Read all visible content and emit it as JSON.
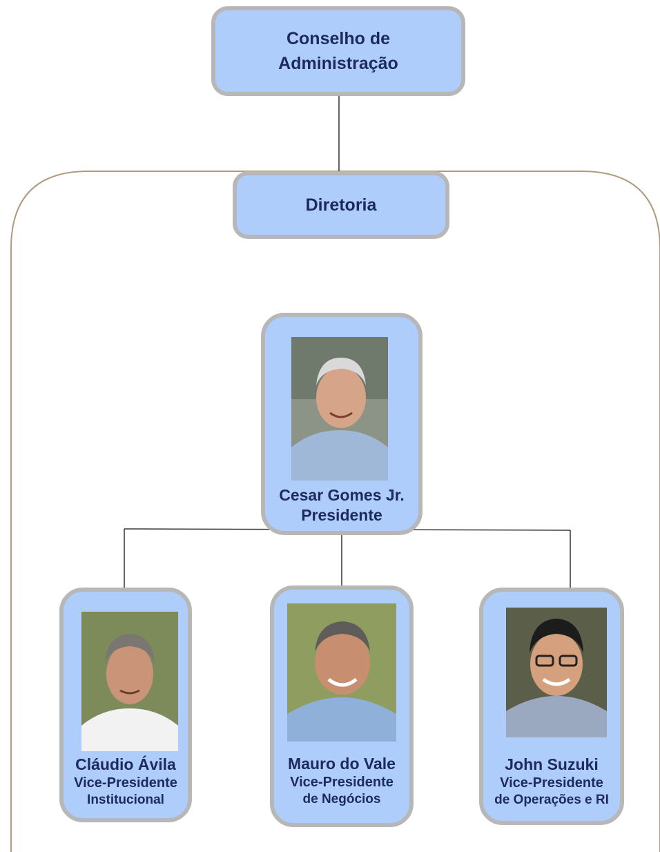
{
  "board": {
    "line1": "Conselho de",
    "line2": "Administração"
  },
  "diretoria": {
    "label": "Diretoria"
  },
  "president": {
    "name": "Cesar Gomes Jr.",
    "role": "Presidente"
  },
  "vice_presidents": [
    {
      "name": "Cláudio Ávila",
      "role": "Vice-Presidente",
      "area": "Institucional"
    },
    {
      "name": "Mauro do Vale",
      "role": "Vice-Presidente",
      "area": "de Negócios"
    },
    {
      "name": "John Suzuki",
      "role": "Vice-Presidente",
      "area": "de Operações e RI"
    }
  ],
  "colors": {
    "box_fill": "#aecdfb",
    "box_border": "#b7b7b7",
    "text": "#1d2a5c",
    "connector": "#333333",
    "frame": "#b29a7c"
  }
}
